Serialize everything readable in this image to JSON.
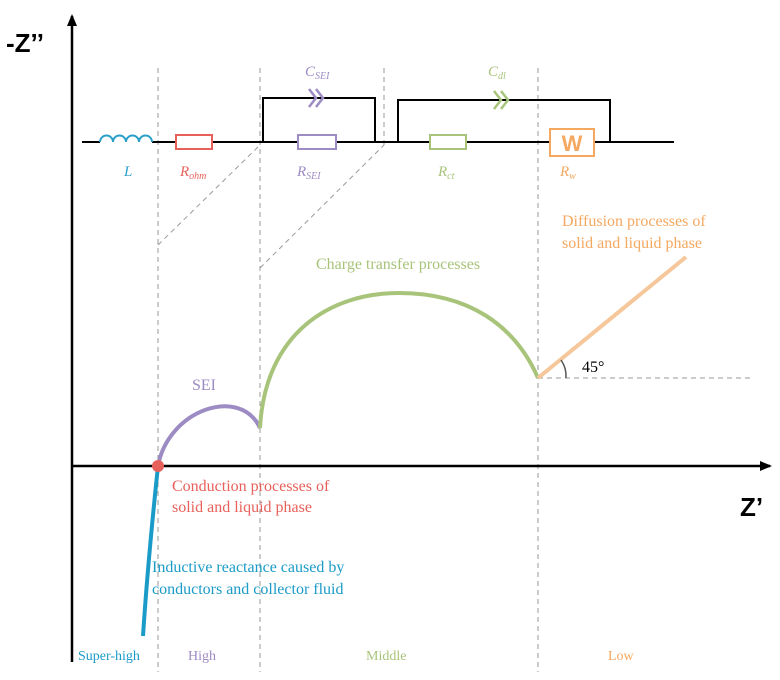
{
  "axes": {
    "y_label": "-Z’’",
    "x_label": "Z’"
  },
  "circuit": {
    "inductor": "L",
    "r_ohm": {
      "main": "R",
      "sub": "ohm"
    },
    "c_sei": {
      "main": "C",
      "sub": "SEI"
    },
    "r_sei": {
      "main": "R",
      "sub": "SEI"
    },
    "c_dl": {
      "main": "C",
      "sub": "dl"
    },
    "r_ct": {
      "main": "R",
      "sub": "ct"
    },
    "warburg_symbol": "W",
    "r_w": {
      "main": "R",
      "sub": "w"
    }
  },
  "annotations": {
    "sei": "SEI",
    "charge_transfer": "Charge transfer processes",
    "diffusion_line1": "Diffusion processes of",
    "diffusion_line2": "solid and liquid phase",
    "angle": "45°",
    "conduction_line1": "Conduction processes of",
    "conduction_line2": "solid and liquid phase",
    "inductive_line1": "Inductive reactance caused by",
    "inductive_line2": "conductors and collector fluid"
  },
  "regions": {
    "super_high": "Super-high",
    "high": "High",
    "middle": "Middle",
    "low": "Low"
  },
  "colors": {
    "inductor": "#2a9fc9",
    "ohm": "#e8605a",
    "sei": "#9d8bc4",
    "charge": "#a8c47a",
    "diffusion": "#f5a860",
    "axis": "#000000",
    "dashed": "#999999"
  }
}
